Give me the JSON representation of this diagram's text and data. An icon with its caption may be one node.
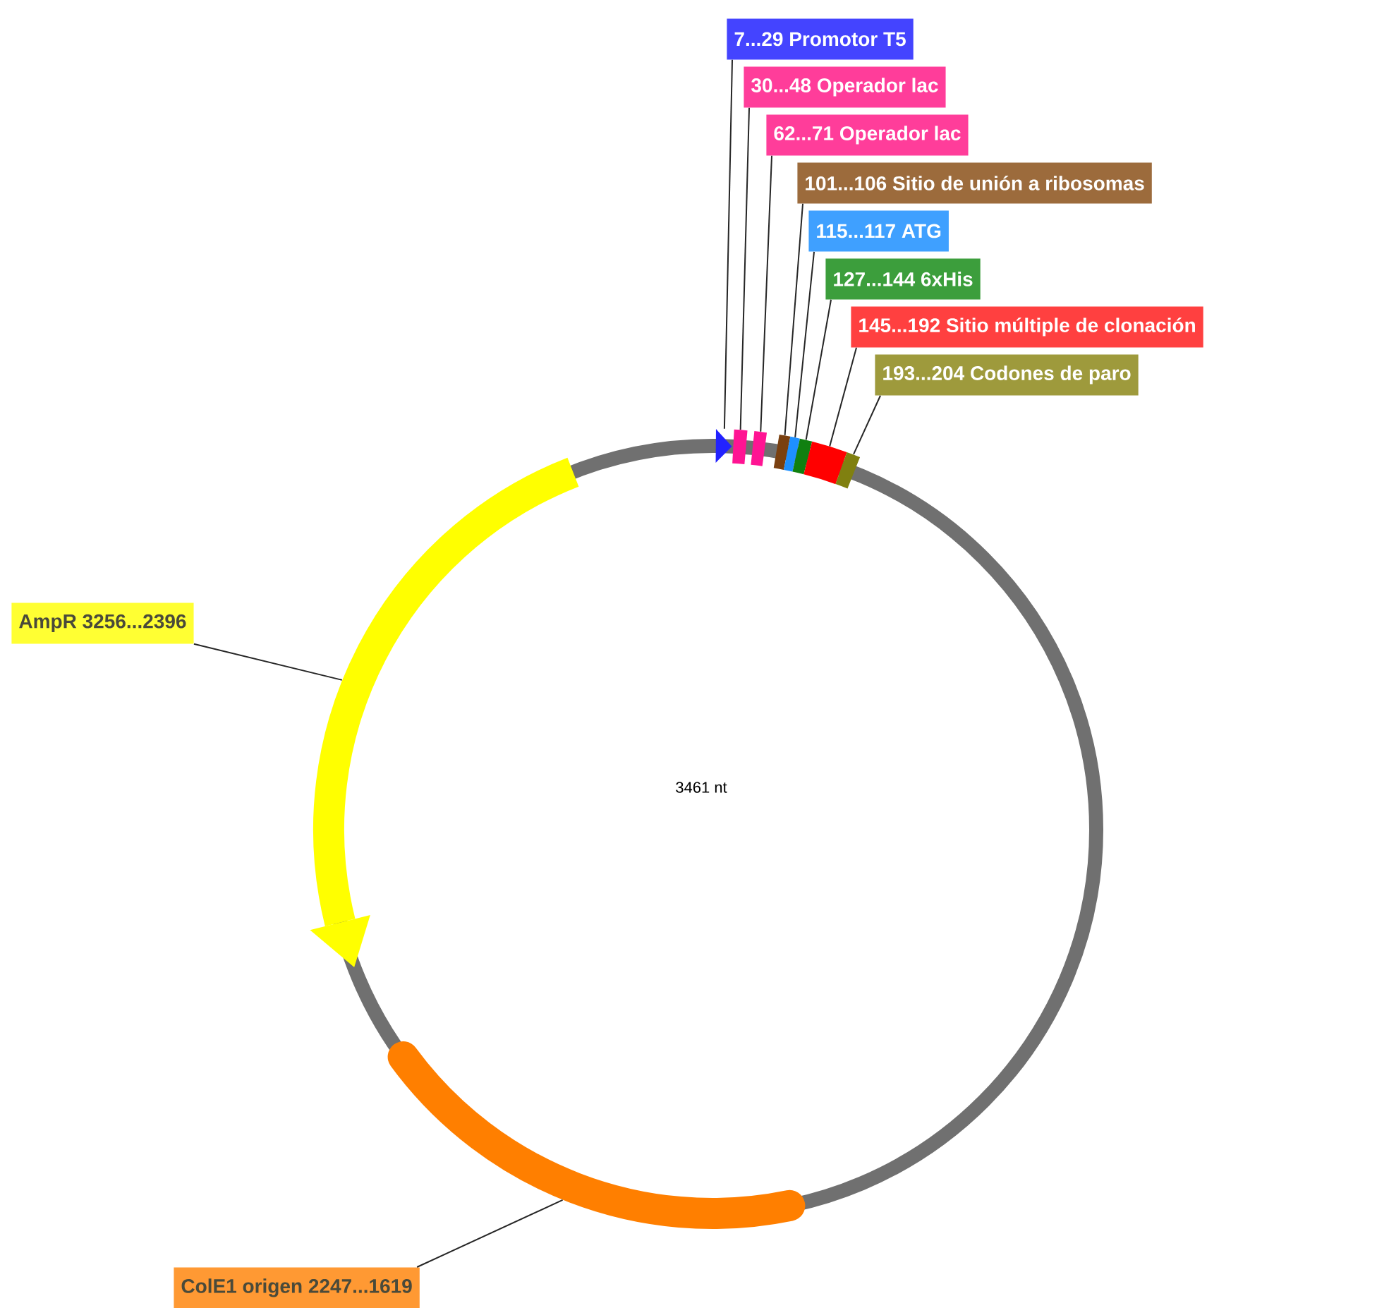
{
  "diagram": {
    "nodes": [
      {
        "text": [
          "3461 nt"
        ]
      },
      {
        "text": [
          "7...29  Promotor T5"
        ]
      },
      {
        "text": [
          "30...48  Operador lac"
        ]
      },
      {
        "text": [
          "62...71  Operador lac"
        ]
      },
      {
        "text": [
          "101...106  Sitio de unión a ribosomas"
        ]
      },
      {
        "text": [
          "115...117  ATG"
        ]
      },
      {
        "text": [
          "127...144  6xHis"
        ]
      },
      {
        "text": [
          "145...192  Sitio múltiple de clonación"
        ]
      },
      {
        "text": [
          "193...204  Codones de paro"
        ]
      },
      {
        "text": [
          "AmpR  3256...2396"
        ]
      },
      {
        "text": [
          "ColE1 origen  2247...1619"
        ]
      },
      {
        "text": [],
        "shape": "triangle"
      },
      {
        "text": [],
        "shape": "bar"
      },
      {
        "text": [],
        "shape": "bar"
      },
      {
        "text": [],
        "shape": "bar"
      },
      {
        "text": [],
        "shape": "bar"
      },
      {
        "text": [],
        "shape": "bar"
      },
      {
        "text": [],
        "shape": "bar"
      },
      {
        "text": [],
        "shape": "bar"
      },
      {
        "text": [],
        "shape": "arrow"
      },
      {
        "text": [],
        "shape": "bar"
      }
    ],
    "edges": [
      {
        "from": 1,
        "to": 11,
        "arrow": "none"
      },
      {
        "from": 2,
        "to": 12,
        "arrow": "none"
      },
      {
        "from": 3,
        "to": 13,
        "arrow": "none"
      },
      {
        "from": 4,
        "to": 14,
        "arrow": "none"
      },
      {
        "from": 5,
        "to": 15,
        "arrow": "none"
      },
      {
        "from": 6,
        "to": 16,
        "arrow": "none"
      },
      {
        "from": 7,
        "to": 17,
        "arrow": "none"
      },
      {
        "from": 8,
        "to": 18,
        "arrow": "none"
      },
      {
        "from": 9,
        "to": 19,
        "arrow": "none"
      },
      {
        "from": 10,
        "to": 20,
        "arrow": "none"
      }
    ]
  }
}
